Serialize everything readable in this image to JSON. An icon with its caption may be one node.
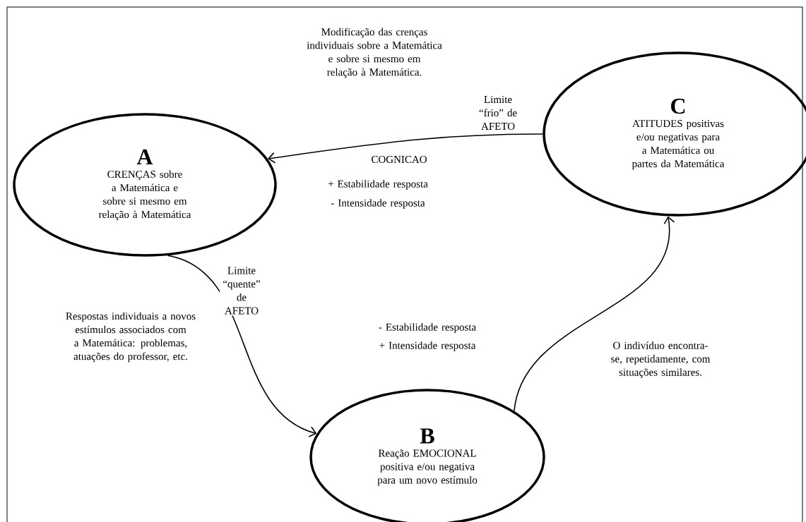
{
  "diagram": {
    "nodes": [
      {
        "text": [
          "A",
          "CRENÇAS sobre a Matemática e sobre si mesmo em relação à Matemática"
        ]
      },
      {
        "text": [
          "B",
          "Reação EMOCIONAL positiva e/ou negativa para um novo estímulo"
        ]
      },
      {
        "text": [
          "C",
          "ATITUDES positivas e/ou negativas para a Matemática ou partes da Matemática"
        ]
      }
    ],
    "edges": [
      {
        "from": 2,
        "to": 0,
        "arrow": "to",
        "label": "Limite “frio” de AFETO"
      },
      {
        "from": 0,
        "to": 1,
        "arrow": "to",
        "label": "Limite “quente” de AFETO"
      },
      {
        "from": 1,
        "to": 2,
        "arrow": "to",
        "label": "O indivíduo encontra-se, repetidamente, com situações similares."
      }
    ],
    "labels": [
      "Modificação das crenças individuais sobre a Matemática e sobre si mesmo em relação à Matemática.",
      "COGNICAO",
      "+ Estabilidade resposta",
      "- Intensidade resposta",
      "Respostas individuais a novos estímulos associados com a Matemática: problemas, atuações do professor, etc.",
      "- Estabilidade resposta",
      "+ Intensidade resposta"
    ]
  }
}
